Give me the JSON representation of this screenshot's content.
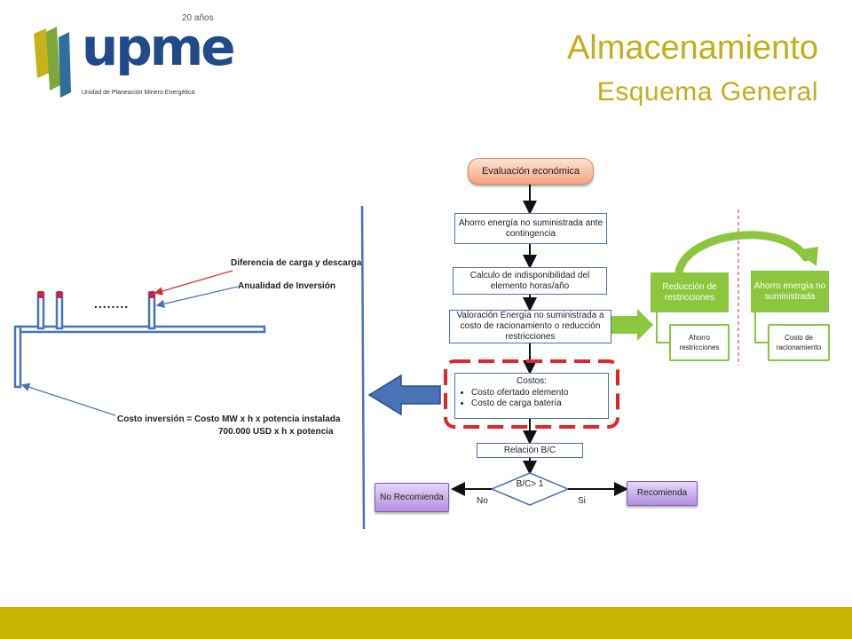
{
  "header": {
    "title": "Almacenamiento",
    "subtitle": "Esquema General"
  },
  "logo": {
    "word": "upme",
    "years": "20 años",
    "tagline": "Unidad de Planeación Minero Energética"
  },
  "flow": {
    "start": "Evaluación económica",
    "step1": "Ahorro energía no suministrada ante contingencia",
    "step2": "Calculo de indisponibilidad del elemento horas/año",
    "step3": "Valoración Energía no suministrada a costo de racionamiento o reducción restricciones",
    "costos_title": "Costos:",
    "costos_items": [
      "Costo ofertado elemento",
      "Costo de carga batería"
    ],
    "step5": "Relación B/C",
    "decision": "B/C> 1",
    "no_label": "No",
    "si_label": "Si",
    "no_result": "No Recomienda",
    "yes_result": "Recomienda"
  },
  "benefits": {
    "left_title": "Reducción de restricciones",
    "left_sub": "Ahorro restricciones",
    "right_title": "Ahorro energía no suministrada",
    "right_sub": "Costo de racionamiento"
  },
  "storage": {
    "dots": "........",
    "label_charge": "Diferencia de carga y descarga",
    "label_annuity": "Anualidad de Inversión",
    "cost_line1": "Costo inversión = Costo MW x h x potencia instalada",
    "cost_line2": "700.000 USD x h x potencia"
  },
  "colors": {
    "accent_gold": "#c4ae1a",
    "bar": "#c7b400",
    "blue": "#4a72b8",
    "green": "#8cc63e",
    "red_dash": "#e3242b",
    "purple": "#b48fe0",
    "pill": "#f3a47f"
  }
}
